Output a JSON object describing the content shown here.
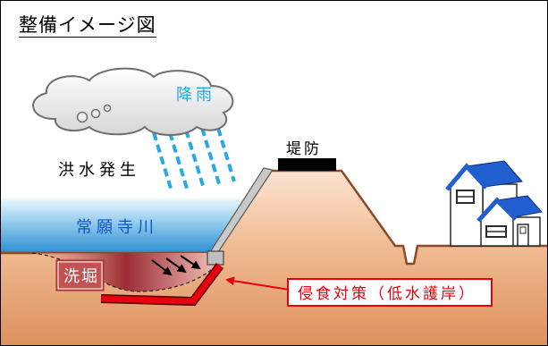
{
  "title": "整備イメージ図",
  "labels": {
    "rain": "降雨",
    "flood": "洪水発生",
    "levee": "堤防",
    "river": "常願寺川",
    "scour": "洗堀",
    "countermeasure": "侵食対策（低水護岸）"
  },
  "colors": {
    "rain": "#24a4e0",
    "river_text": "#1452c2",
    "countermeasure": "#e8000f",
    "scour_label_text": "#ffffff",
    "roof": "#1f5fd0"
  }
}
